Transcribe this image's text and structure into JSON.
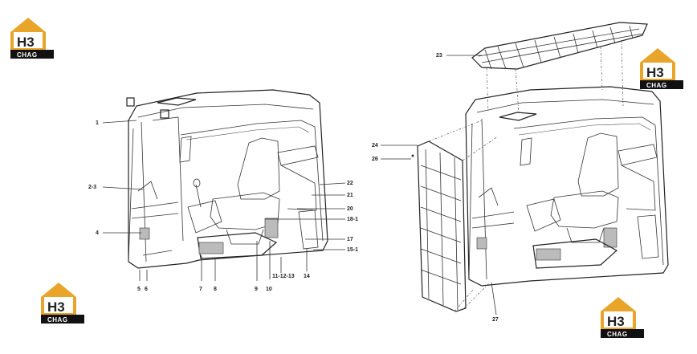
{
  "logo": {
    "mark": "H3",
    "wordmark": "CHAG"
  },
  "callouts_left": [
    "1",
    "2-3",
    "4",
    "5",
    "6",
    "7",
    "8",
    "9",
    "10",
    "11-12-13",
    "14",
    "15-1",
    "17",
    "18-1",
    "20",
    "21",
    "22"
  ],
  "callouts_right": [
    "23",
    "24",
    "26",
    "27"
  ]
}
